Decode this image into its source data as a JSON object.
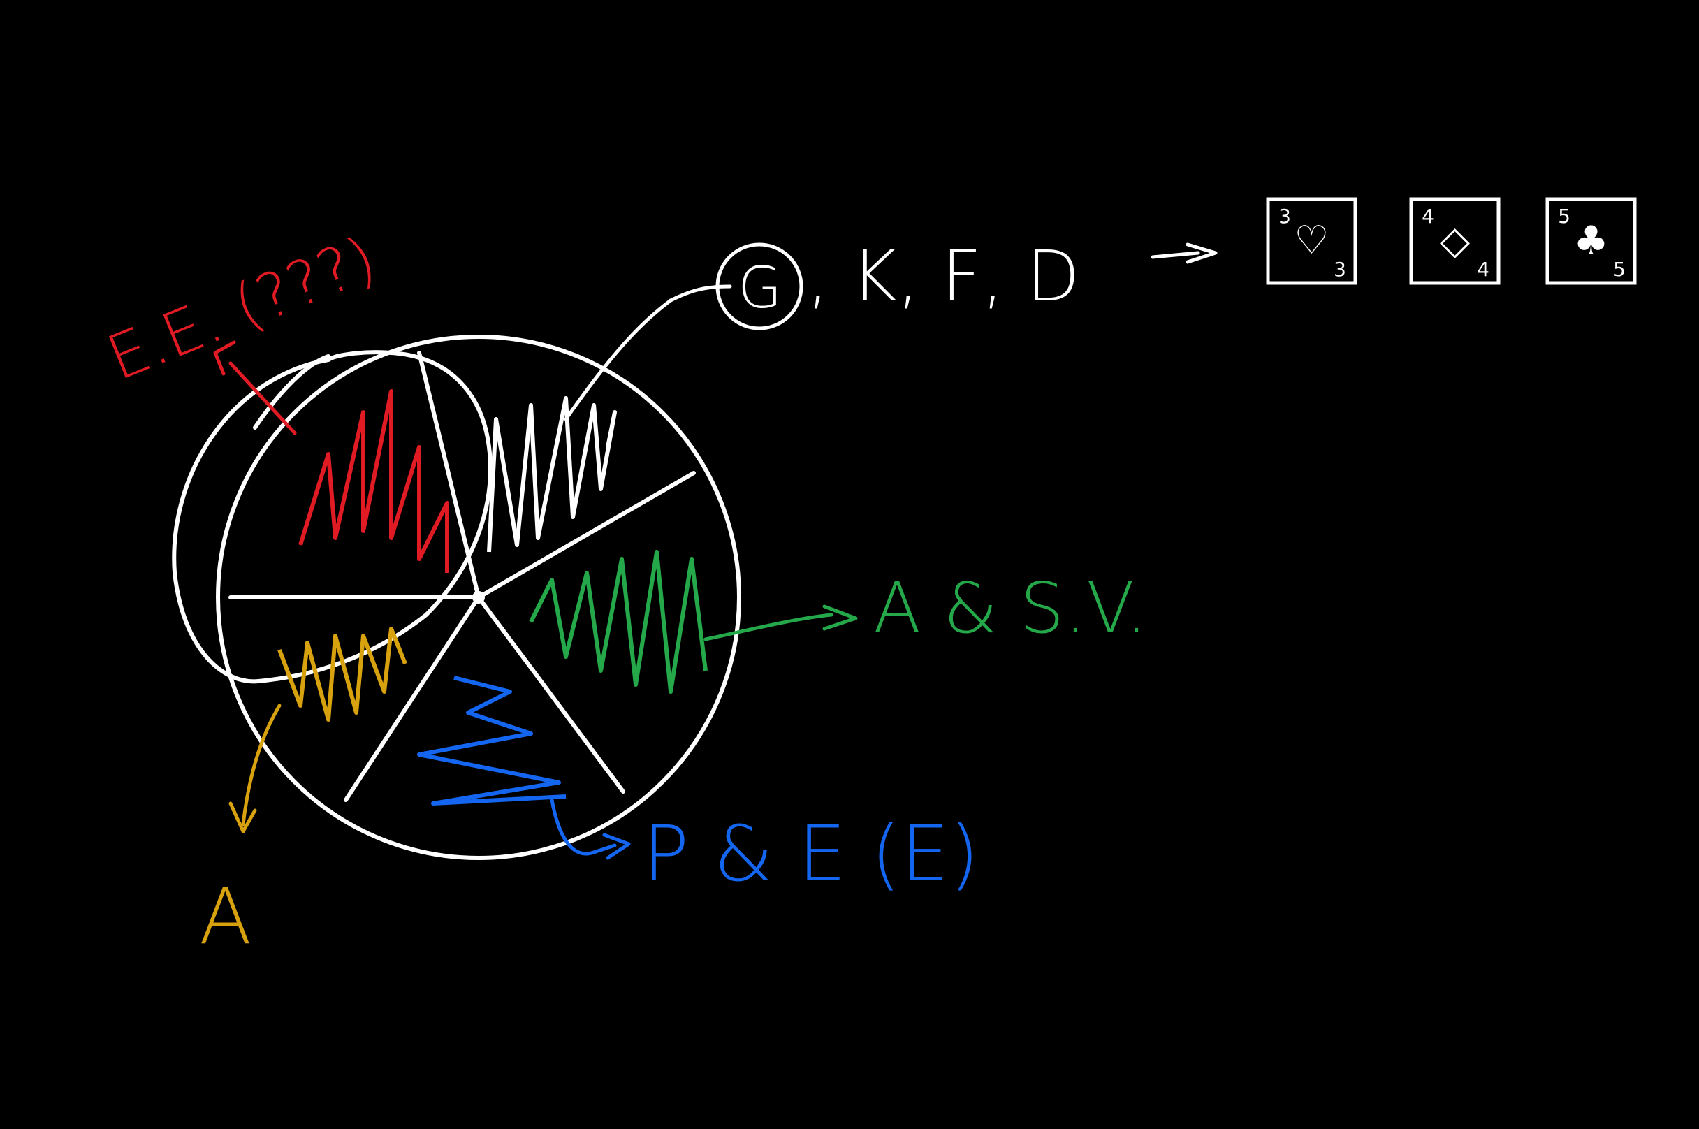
{
  "colors": {
    "background": "#000000",
    "white": "#ffffff",
    "red": "#e01b24",
    "blue": "#1466f0",
    "green": "#24a84a",
    "yellow": "#d8a20e"
  },
  "labels": {
    "red": "E.E. (???)",
    "white_g": "G",
    "white_rest": ", K, F, D",
    "green": "A & S.V.",
    "blue": "P & E (E)",
    "yellow": "A"
  },
  "cards": [
    {
      "top": "3",
      "bottom": "3",
      "suit": "♡"
    },
    {
      "top": "4",
      "bottom": "4",
      "suit": "◇"
    },
    {
      "top": "5",
      "bottom": "5",
      "suit": "♣"
    }
  ]
}
